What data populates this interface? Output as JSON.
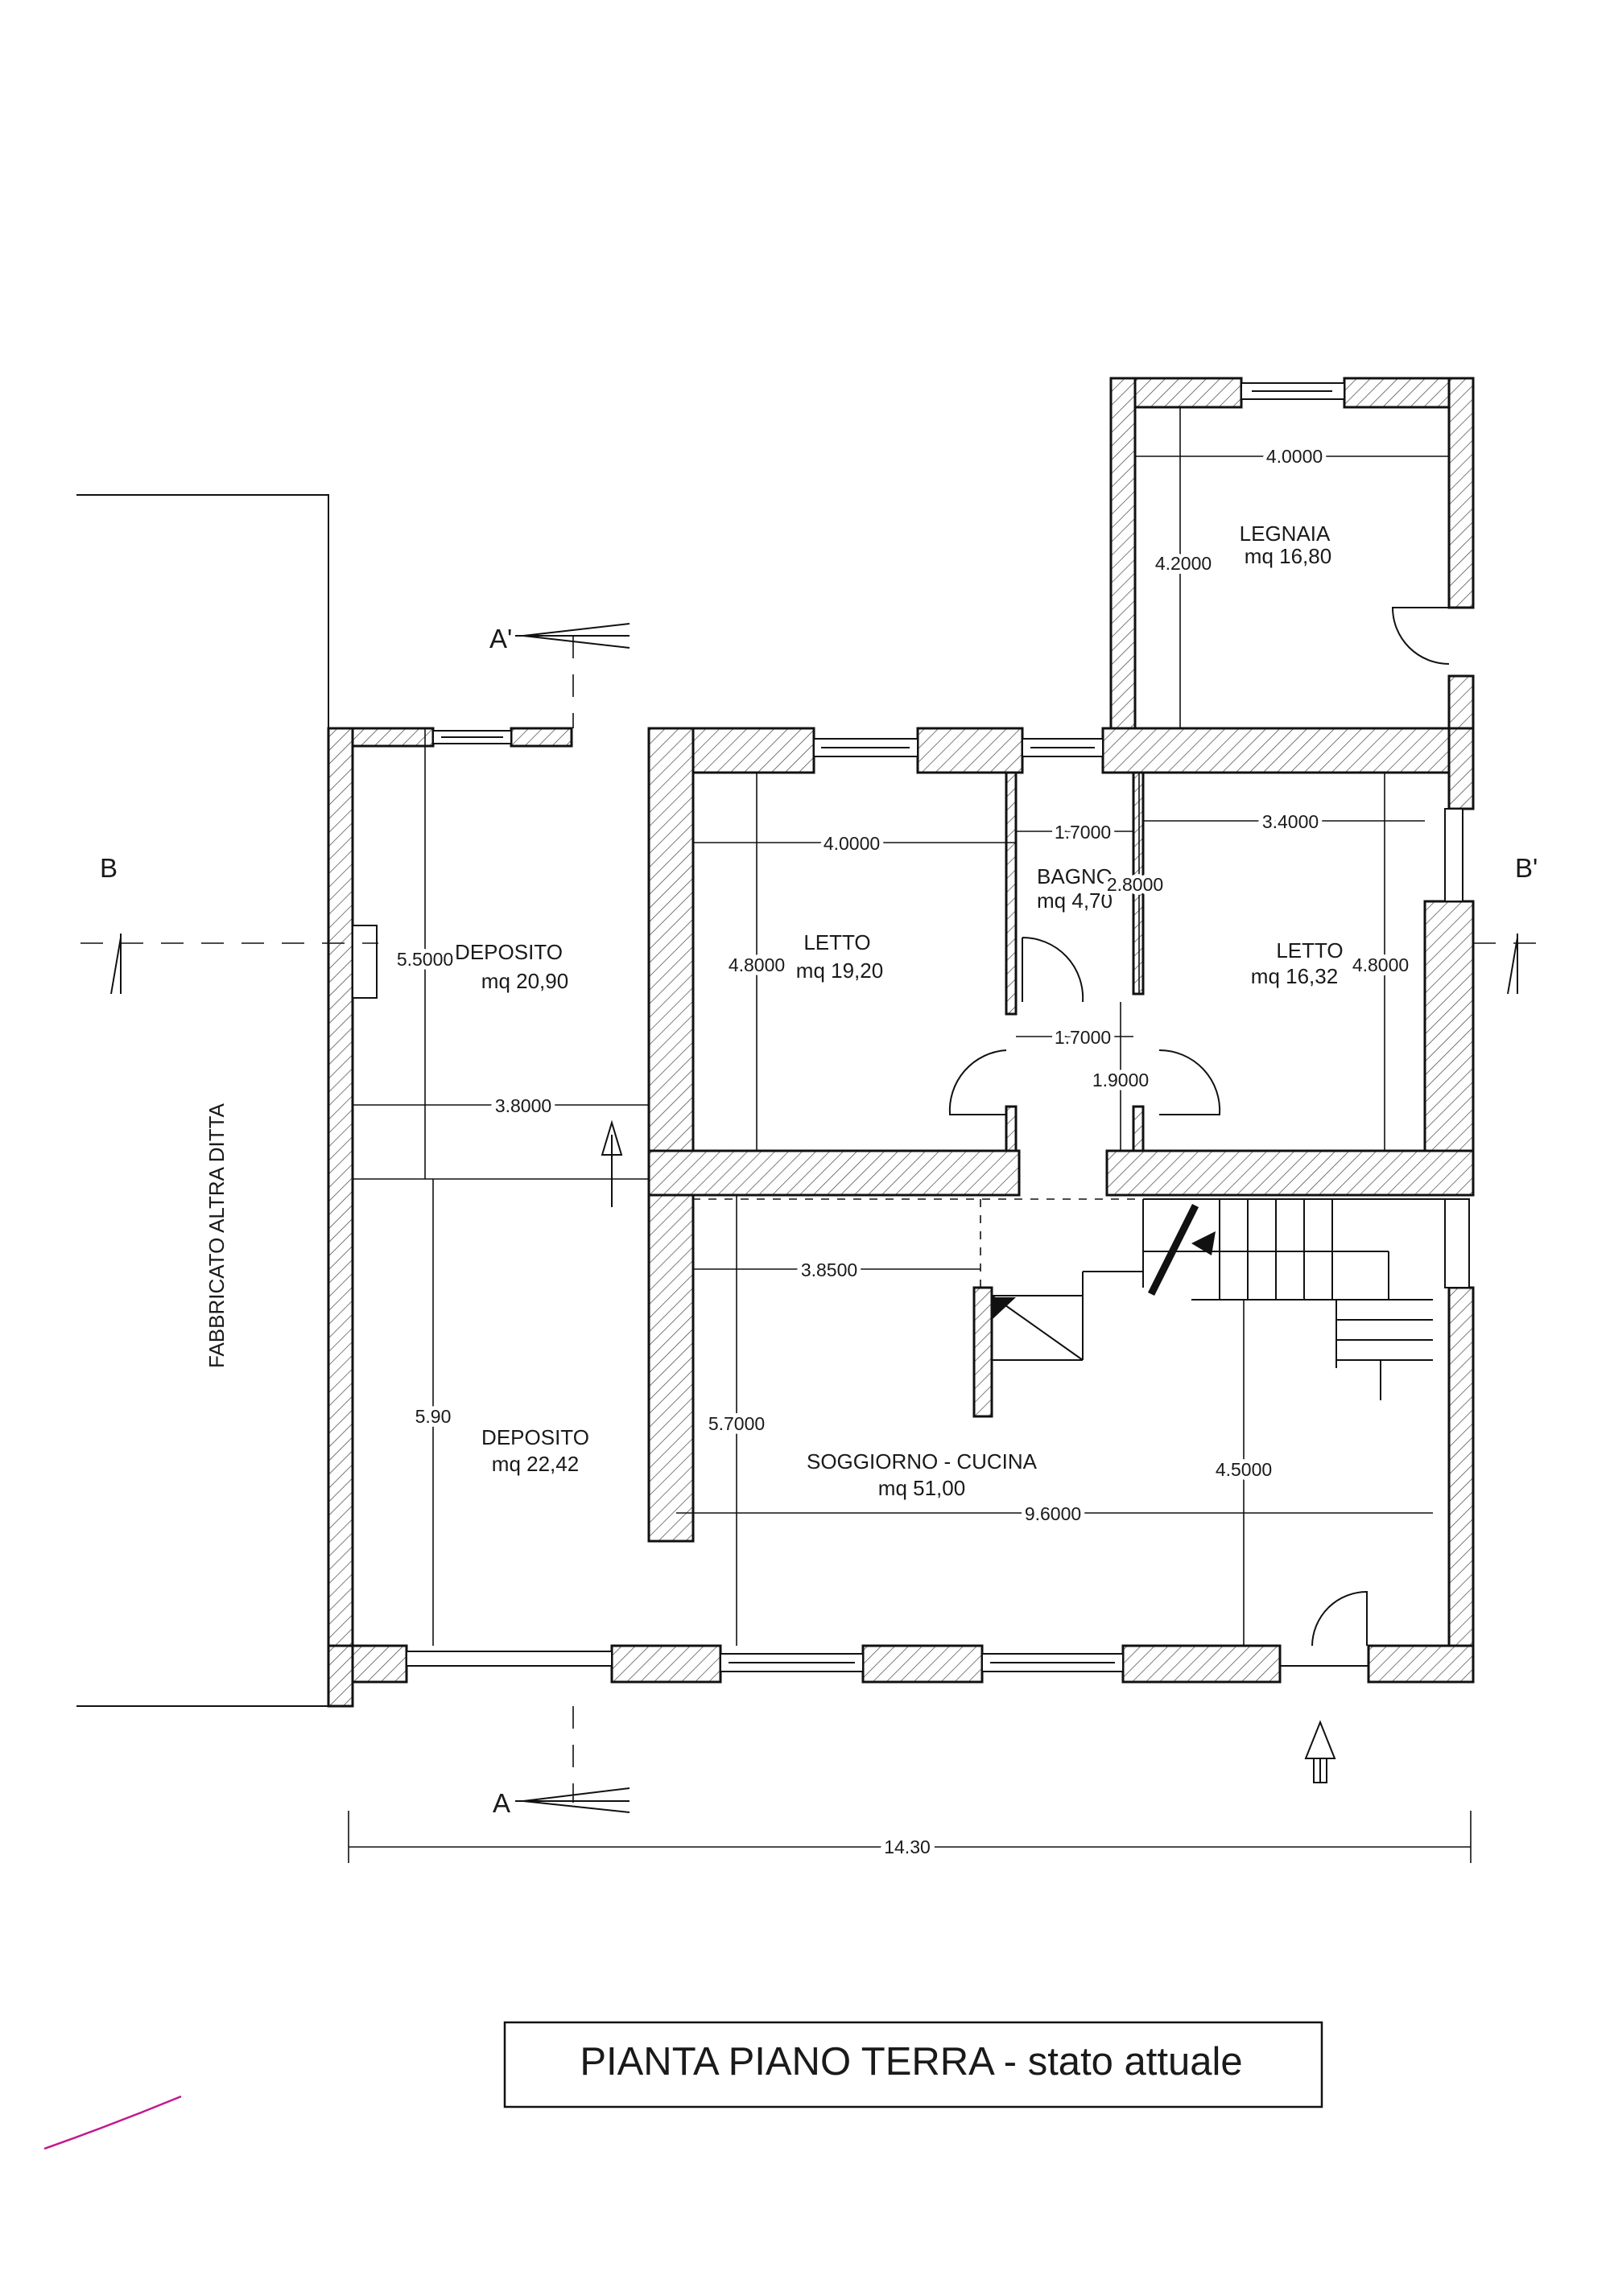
{
  "title": "PIANTA PIANO TERRA - stato attuale",
  "neighbor_label": "FABBRICATO ALTRA DITTA",
  "sections": {
    "a_top": "A'",
    "a_bottom": "A",
    "b_left": "B",
    "b_right": "B'"
  },
  "rooms": {
    "legnaia": {
      "name": "LEGNAIA",
      "area": "mq 16,80"
    },
    "deposito_1": {
      "name": "DEPOSITO",
      "area": "mq 20,90"
    },
    "letto_1": {
      "name": "LETTO",
      "area": "mq 19,20"
    },
    "bagno": {
      "name": "BAGNO",
      "area": "mq 4,70"
    },
    "letto_2": {
      "name": "LETTO",
      "area": "mq 16,32"
    },
    "deposito_2": {
      "name": "DEPOSITO",
      "area": "mq 22,42"
    },
    "soggiorno": {
      "name": "SOGGIORNO - CUCINA",
      "area": "mq 51,00"
    }
  },
  "dimensions": {
    "legnaia_w": "4.0000",
    "legnaia_h": "4.2000",
    "letto1_w": "4.0000",
    "letto1_h": "4.8000",
    "bagno_w_top": "1.7000",
    "bagno_h": "2.8000",
    "bagno_w_bottom": "1.7000",
    "corridor_h": "1.9000",
    "letto2_w": "3.4000",
    "letto2_h": "4.8000",
    "deposito1_h": "5.5000",
    "deposito_w": "3.8000",
    "deposito2_h": "5.90",
    "soggiorno_part_w": "3.8500",
    "soggiorno_h_left": "5.7000",
    "soggiorno_h_right": "4.5000",
    "soggiorno_w": "9.6000",
    "overall_w": "14.30"
  },
  "colors": {
    "ink": "#111111",
    "accent_mark": "#c2188f"
  }
}
